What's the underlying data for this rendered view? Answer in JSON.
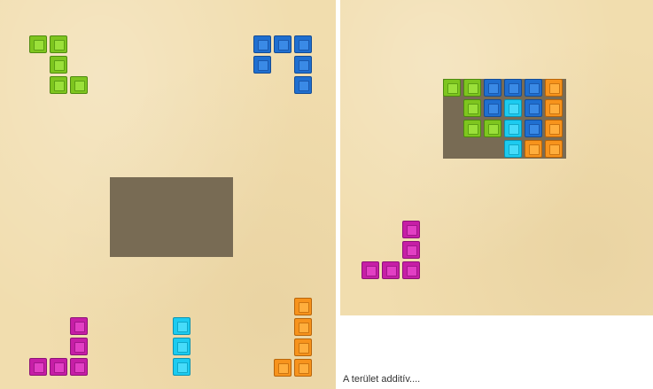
{
  "caption": "A terület additív....",
  "colors": {
    "board": "#f1ddae",
    "target_area": "#786b54",
    "green": "#7ec51f",
    "blue": "#1f6fd0",
    "magenta": "#c61ea6",
    "cyan": "#1ccbf0",
    "orange": "#f7931c"
  },
  "left_board": {
    "pieces": [
      {
        "name": "green-s-piece",
        "color": "green"
      },
      {
        "name": "blue-j-piece",
        "color": "blue"
      },
      {
        "name": "magenta-l-piece",
        "color": "magenta"
      },
      {
        "name": "cyan-i-piece",
        "color": "cyan"
      },
      {
        "name": "orange-j-piece",
        "color": "orange"
      }
    ]
  },
  "right_board": {
    "pieces": [
      {
        "name": "green-s-piece-placed",
        "color": "green"
      },
      {
        "name": "blue-j-piece-placed",
        "color": "blue"
      },
      {
        "name": "cyan-i-piece-placed",
        "color": "cyan"
      },
      {
        "name": "orange-j-piece-placed",
        "color": "orange"
      },
      {
        "name": "magenta-l-piece",
        "color": "magenta"
      }
    ]
  }
}
